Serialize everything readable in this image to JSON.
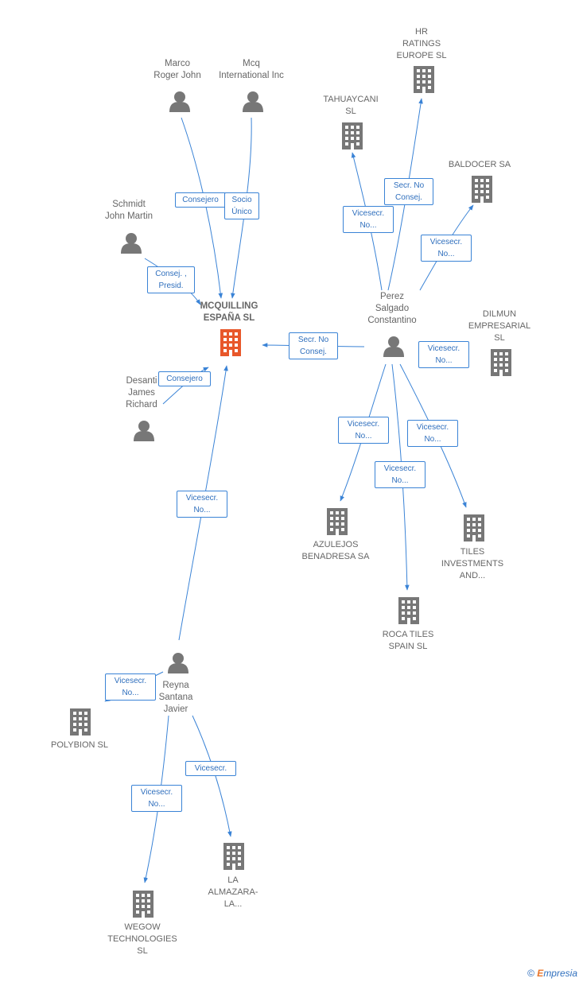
{
  "nodes": {
    "marco": {
      "label": "Marco\nRoger John"
    },
    "mcq": {
      "label": "Mcq\nInternational Inc"
    },
    "schmidt": {
      "label": "Schmidt\nJohn Martin"
    },
    "mcquilling": {
      "label": "MCQUILLING\nESPAÑA  SL"
    },
    "desanti": {
      "label": "Desanti\nJames\nRichard"
    },
    "hr": {
      "label": "HR\nRATINGS\nEUROPE  SL"
    },
    "tahuaycani": {
      "label": "TAHUAYCANI\nSL"
    },
    "baldocer": {
      "label": "BALDOCER SA"
    },
    "perez": {
      "label": "Perez\nSalgado\nConstantino"
    },
    "dilmun": {
      "label": "DILMUN\nEMPRESARIAL\nSL"
    },
    "azulejos": {
      "label": "AZULEJOS\nBENADRESA SA"
    },
    "tiles": {
      "label": "TILES\nINVESTMENTS\nAND..."
    },
    "roca": {
      "label": "ROCA TILES\nSPAIN  SL"
    },
    "reyna": {
      "label": "Reyna\nSantana\nJavier"
    },
    "polybion": {
      "label": "POLYBION  SL"
    },
    "almazara": {
      "label": "LA\nALMAZARA-\nLA..."
    },
    "wegow": {
      "label": "WEGOW\nTECHNOLOGIES\nSL"
    }
  },
  "edges": {
    "marco_mcq": "Consejero",
    "mcq_mcq": "Socio\nÚnico",
    "schmidt_mcq": "Consej. ,\nPresid.",
    "desanti_mcq": "Consejero",
    "perez_mcq": "Secr.  No\nConsej.",
    "perez_tah": "Vicesecr.\nNo...",
    "perez_hr": "Secr.  No\nConsej.",
    "perez_bal": "Vicesecr.\nNo...",
    "perez_dil": "Vicesecr.\nNo...",
    "perez_azu": "Vicesecr.\nNo...",
    "perez_roca": "Vicesecr.\nNo...",
    "perez_tiles": "Vicesecr.\nNo...",
    "reyna_mcq": "Vicesecr.\nNo...",
    "reyna_poly": "Vicesecr.\nNo...",
    "reyna_wegow": "Vicesecr.\nNo...",
    "reyna_alm": "Vicesecr."
  },
  "colors": {
    "edge": "#3a83d6",
    "node": "#777777",
    "focus": "#e8572a"
  },
  "footer": {
    "copyright": "©",
    "brand_e": "E",
    "brand_rest": "mpresia"
  }
}
